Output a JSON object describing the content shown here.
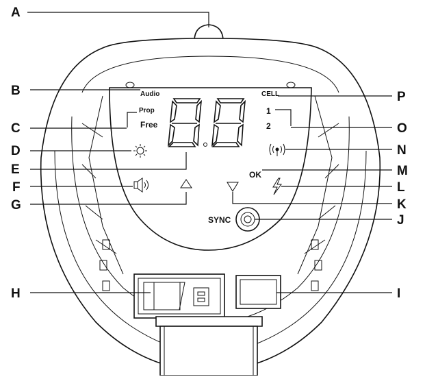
{
  "callouts": {
    "A": "A",
    "B": "B",
    "C": "C",
    "D": "D",
    "E": "E",
    "F": "F",
    "G": "G",
    "H": "H",
    "I": "I",
    "J": "J",
    "K": "K",
    "L": "L",
    "M": "M",
    "N": "N",
    "O": "O",
    "P": "P"
  },
  "display": {
    "audio": "Audio",
    "prop": "Prop",
    "free": "Free",
    "cell": "CELL",
    "one": "1",
    "two": "2",
    "ok": "OK",
    "sync": "SYNC"
  },
  "icons": {
    "brightness": "sun-icon",
    "speaker": "speaker-icon",
    "signal": "signal-icon",
    "lightning": "lightning-icon",
    "up": "up-triangle-icon",
    "down": "down-triangle-icon"
  }
}
